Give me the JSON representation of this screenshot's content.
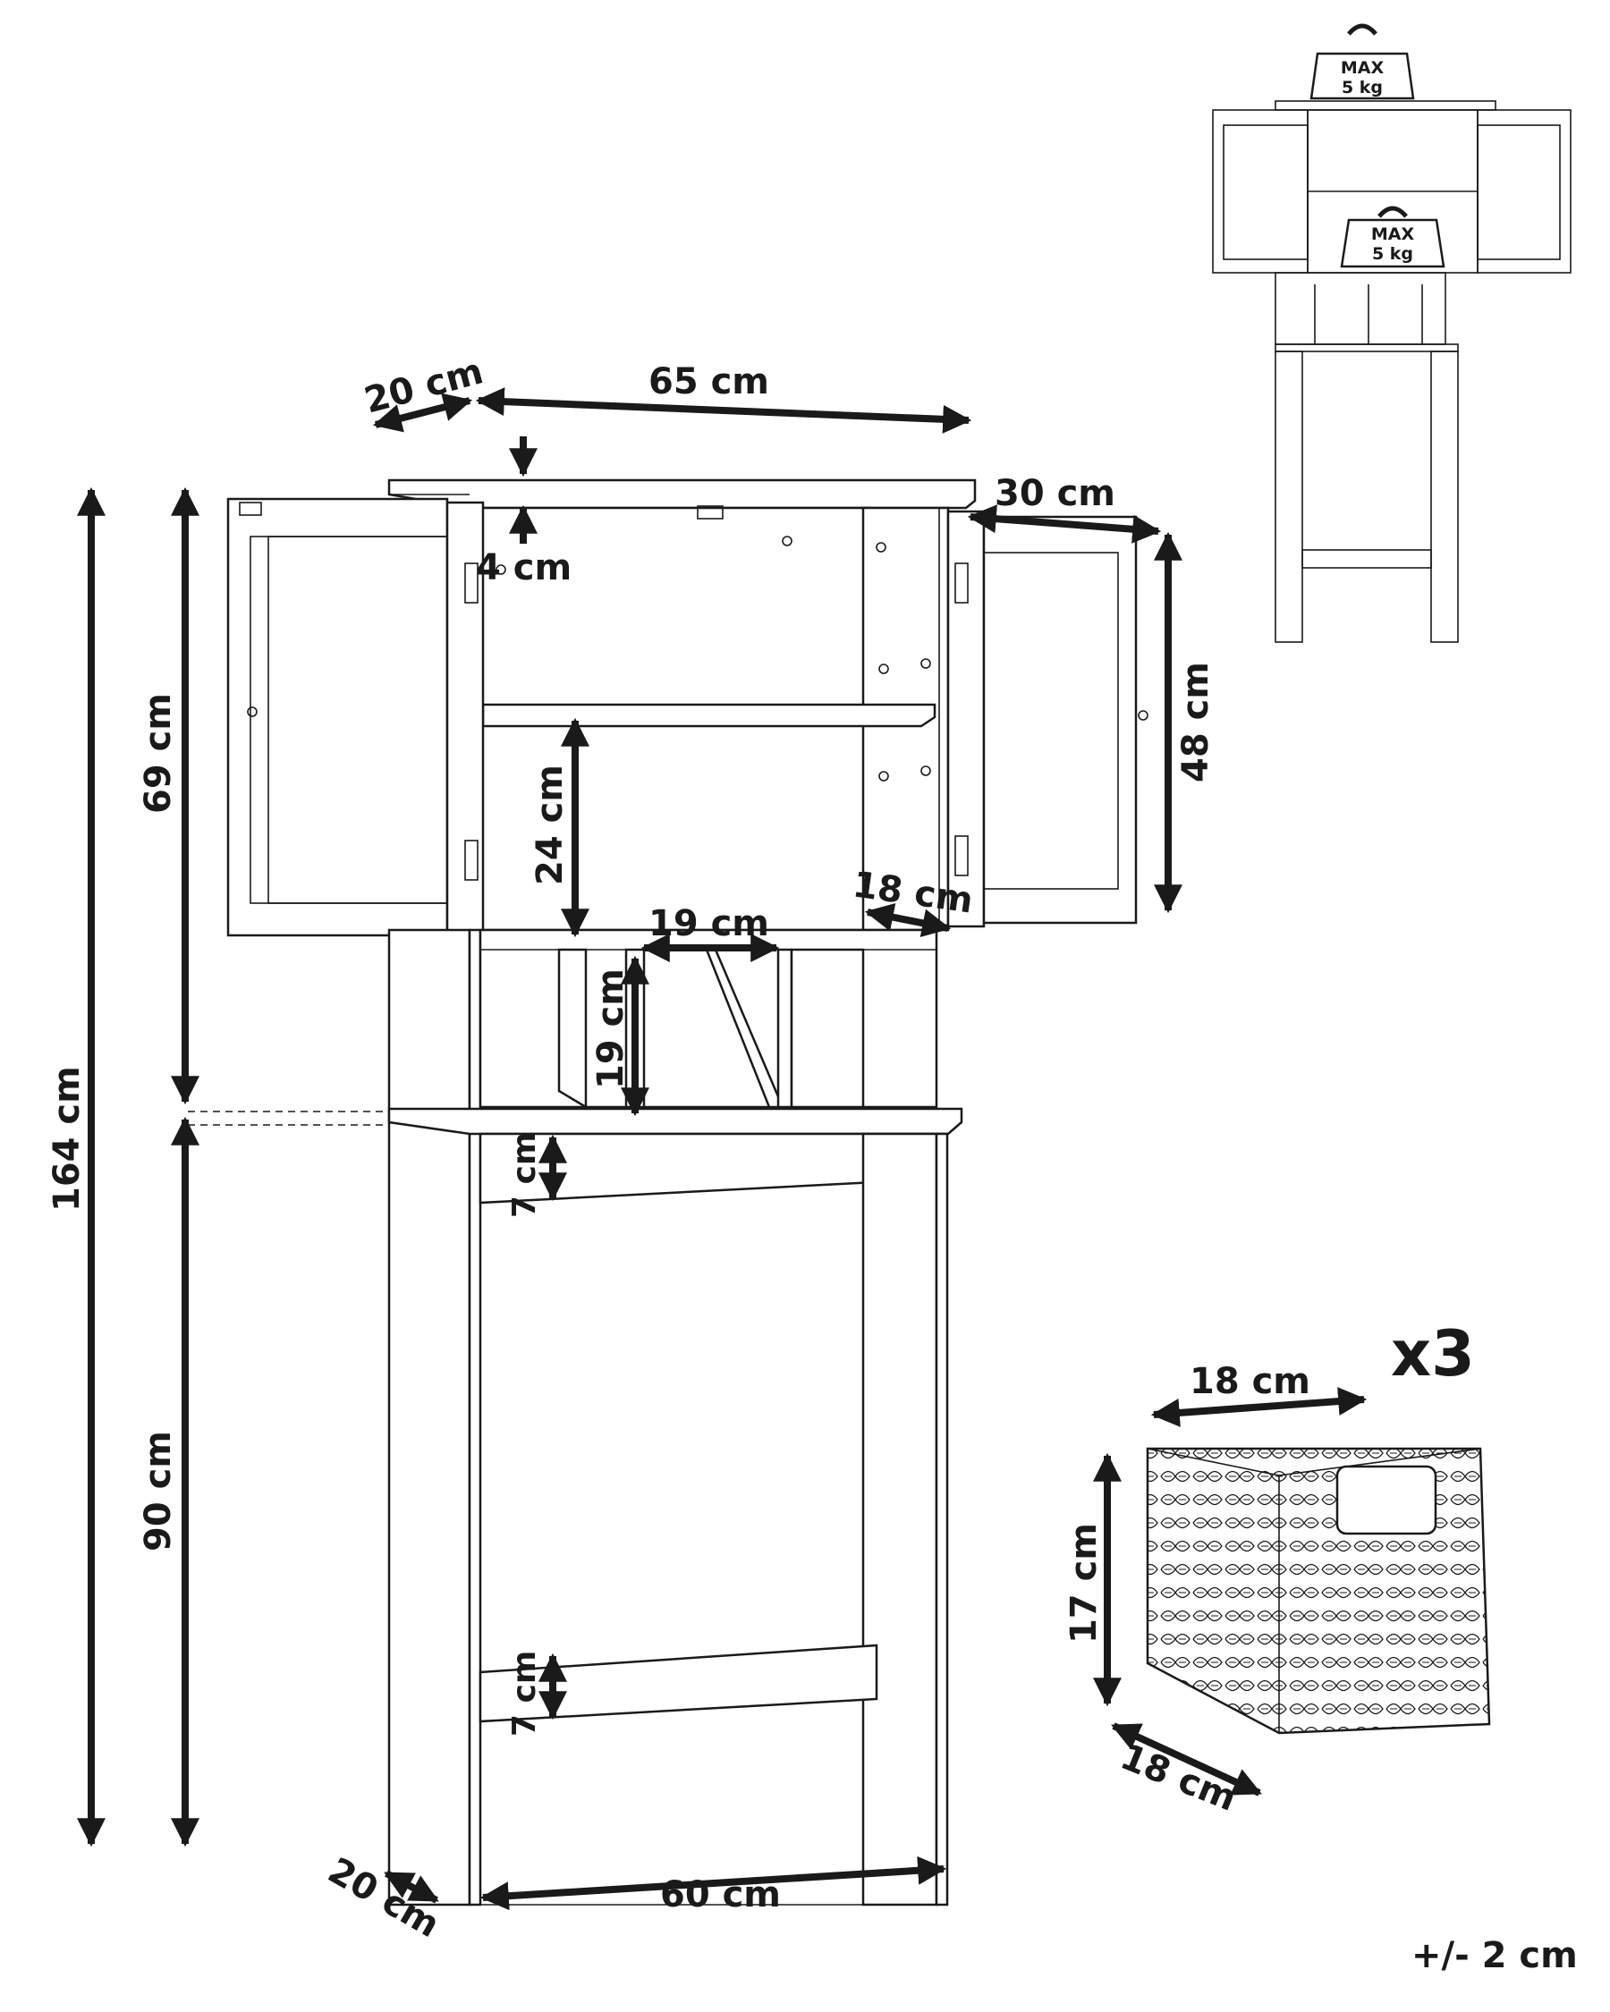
{
  "dimensions": {
    "depth_top": "20 cm",
    "width_top": "65 cm",
    "top_thickness": "4 cm",
    "door_width": "30 cm",
    "door_height": "48 cm",
    "total_height": "164 cm",
    "upper_height": "69 cm",
    "shelf_gap": "24 cm",
    "door_depth": "18 cm",
    "cube_width": "19 cm",
    "cube_height": "19 cm",
    "rail_upper": "7 cm",
    "lower_height": "90 cm",
    "rail_lower": "7 cm",
    "depth_bottom": "20 cm",
    "width_bottom": "60 cm"
  },
  "basket": {
    "quantity": "x3",
    "width": "18 cm",
    "height": "17 cm",
    "depth": "18 cm"
  },
  "load": {
    "top_line1": "MAX",
    "top_line2": "5 kg",
    "shelf_line1": "MAX",
    "shelf_line2": "5 kg"
  },
  "tolerance": "+/- 2 cm",
  "colors": {
    "ink": "#1a1a1a",
    "paper": "#ffffff"
  }
}
